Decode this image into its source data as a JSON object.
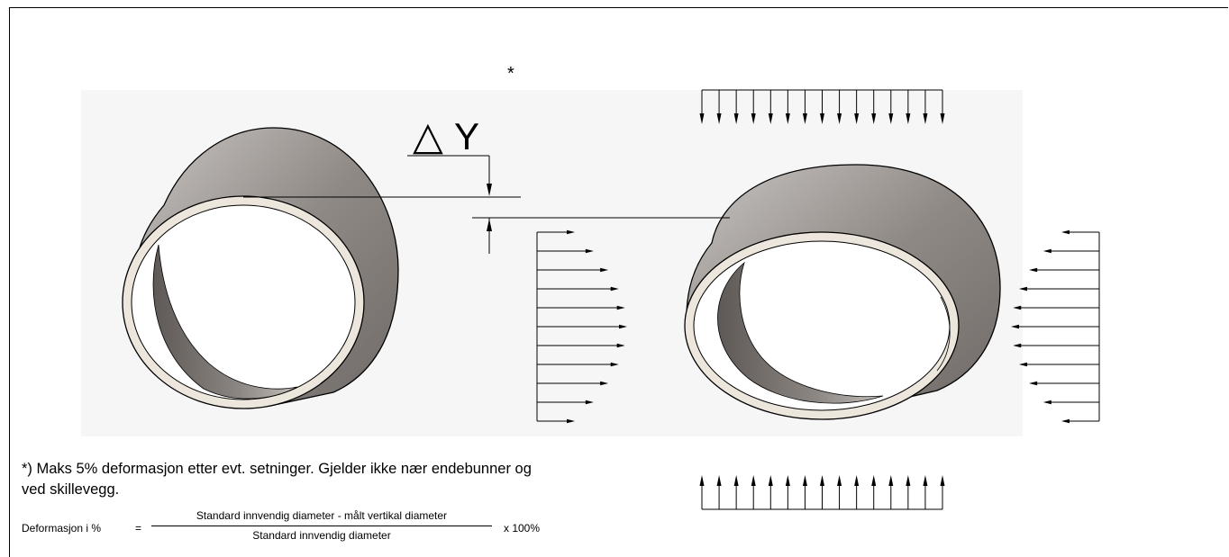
{
  "marks": {
    "asterisk": "*",
    "delta_symbol": "△",
    "delta_var": "Y"
  },
  "note": {
    "line1": "*) Maks 5% deformasjon etter evt. setninger. Gjelder ikke nær endebunner og",
    "line2": "ved skillevegg."
  },
  "formula": {
    "lhs": "Deformasjon i %",
    "equals": "=",
    "numerator": "Standard innvendig diameter  -  målt vertikal diameter",
    "denominator": "Standard innvendig diameter",
    "multiplier": "x  100%"
  },
  "colors": {
    "pipe_outer": "#9a9490",
    "pipe_inner": "#8e8884",
    "rim": "#ece6dd",
    "background_panel": "#f5f5f5",
    "lines": "#000000"
  }
}
